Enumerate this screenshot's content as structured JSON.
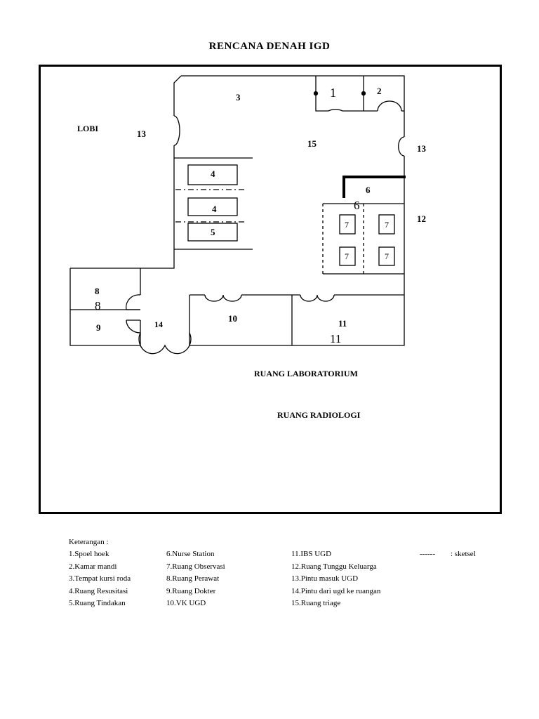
{
  "title": "RENCANA DENAH  IGD",
  "labels": {
    "lobi": "LOBI",
    "lab": "RUANG LABORATORIUM",
    "radiologi": "RUANG RADIOLOGI",
    "n1": "1",
    "n2": "2",
    "n3": "3",
    "n4a": "4",
    "n4b": "4",
    "n5": "5",
    "n6a": "6",
    "n6b": "6",
    "n7a": "7",
    "n7b": "7",
    "n7c": "7",
    "n7d": "7",
    "n8a": "8",
    "n8b": "8",
    "n9": "9",
    "n10": "10",
    "n11a": "11",
    "n11b": "11",
    "n12": "12",
    "n13a": "13",
    "n13b": "13",
    "n14": "14",
    "n15": "15"
  },
  "legend": {
    "heading": "Keterangan :",
    "col1": [
      "1.Spoel hoek",
      "2.Kamar mandi",
      "3.Tempat kursi roda",
      "4.Ruang Resusitasi",
      "5.Ruang Tindakan"
    ],
    "col2": [
      "6.Nurse Station",
      "7.Ruang Observasi",
      "8.Ruang Perawat",
      "9.Ruang  Dokter",
      "10.VK UGD"
    ],
    "col3": [
      "11.IBS UGD",
      "12.Ruang Tunggu Keluarga",
      "13.Pintu masuk UGD",
      "14.Pintu dari ugd ke ruangan",
      "15.Ruang triage"
    ],
    "sketsel_mark": "------",
    "sketsel_text": ": sketsel"
  }
}
